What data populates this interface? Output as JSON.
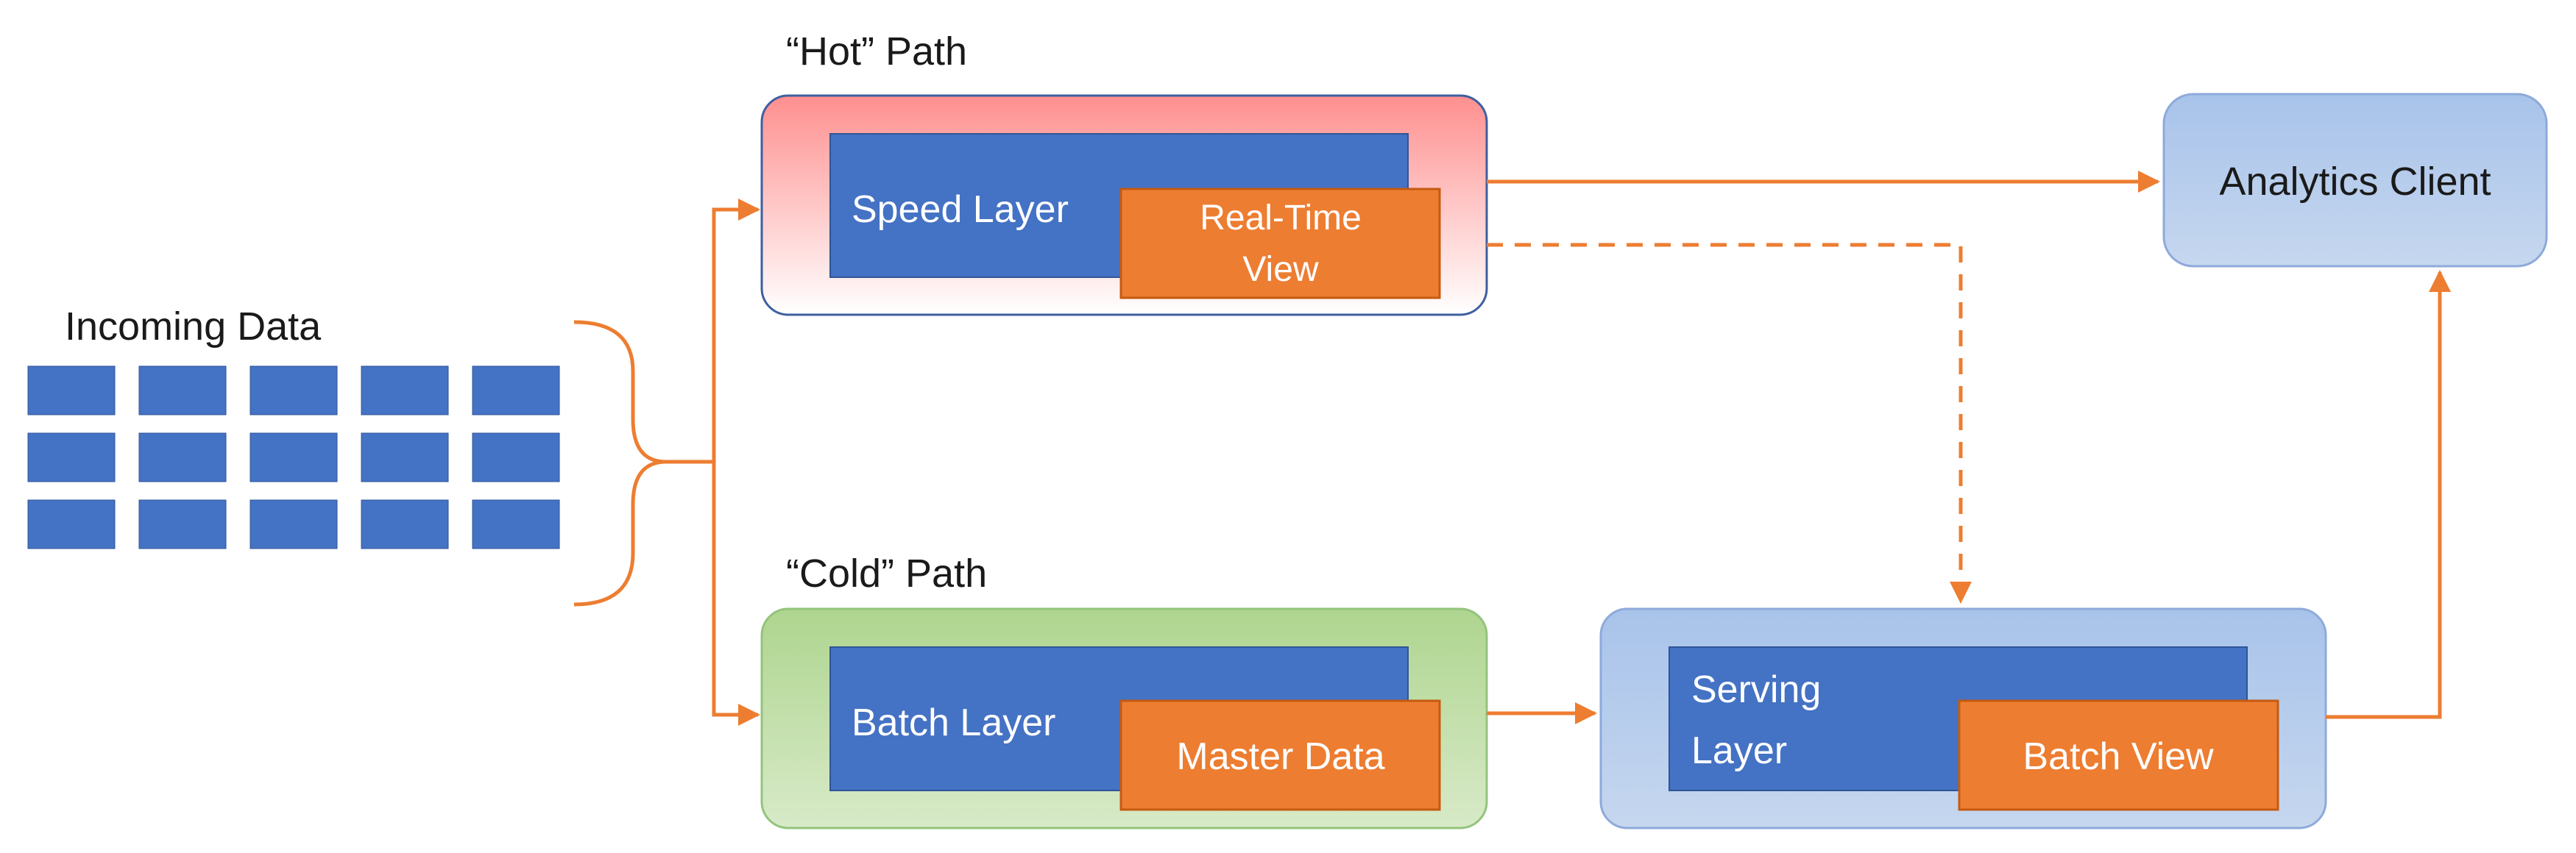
{
  "incoming": {
    "label": "Incoming Data",
    "grid_rows": 3,
    "grid_cols": 5
  },
  "hot_path": {
    "title": "“Hot” Path",
    "layer_label": "Speed Layer",
    "view_label_line1": "Real-Time",
    "view_label_line2": "View"
  },
  "cold_path": {
    "title": "“Cold” Path",
    "layer_label": "Batch Layer",
    "view_label": "Master Data"
  },
  "serving": {
    "layer_label_line1": "Serving",
    "layer_label_line2": "Layer",
    "view_label": "Batch View"
  },
  "client": {
    "label": "Analytics Client"
  },
  "colors": {
    "layer_blue": "#4472c4",
    "view_orange": "#ed7d31",
    "arrow_orange": "#ed7d31",
    "hot_border": "#3e5fa0",
    "cold_border": "#93c47d",
    "serving_border": "#8eaadb",
    "text_dark": "#1a1a1a",
    "text_light": "#ffffff"
  }
}
